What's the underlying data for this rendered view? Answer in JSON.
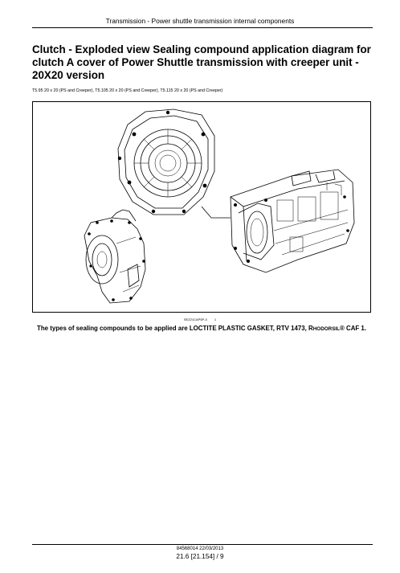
{
  "header": {
    "title": "Transmission - Power shuttle transmission internal components"
  },
  "page": {
    "title": "Clutch - Exploded view Sealing compound application diagram for clutch A cover of Power Shuttle transmission with creeper unit - 20X20 version",
    "models": "T5.95 20 x 20 (PS and Creeper), T5.105 20 x 20 (PS and Creeper), T5.115 20 x 20 (PS and Creeper)"
  },
  "figure": {
    "reference_code": "SEZ21CAP5P-3",
    "number": "1"
  },
  "caption": {
    "prefix": "The types of sealing compounds to be applied are LOCTITE PLASTIC GASKET, RTV 1473, ",
    "brand_initial": "R",
    "brand_rest": "HODORSIL",
    "suffix": "® CAF 1."
  },
  "footer": {
    "doc_ref": "84568014 22/03/2013",
    "page_ref": "21.6 [21.154] / 9"
  }
}
